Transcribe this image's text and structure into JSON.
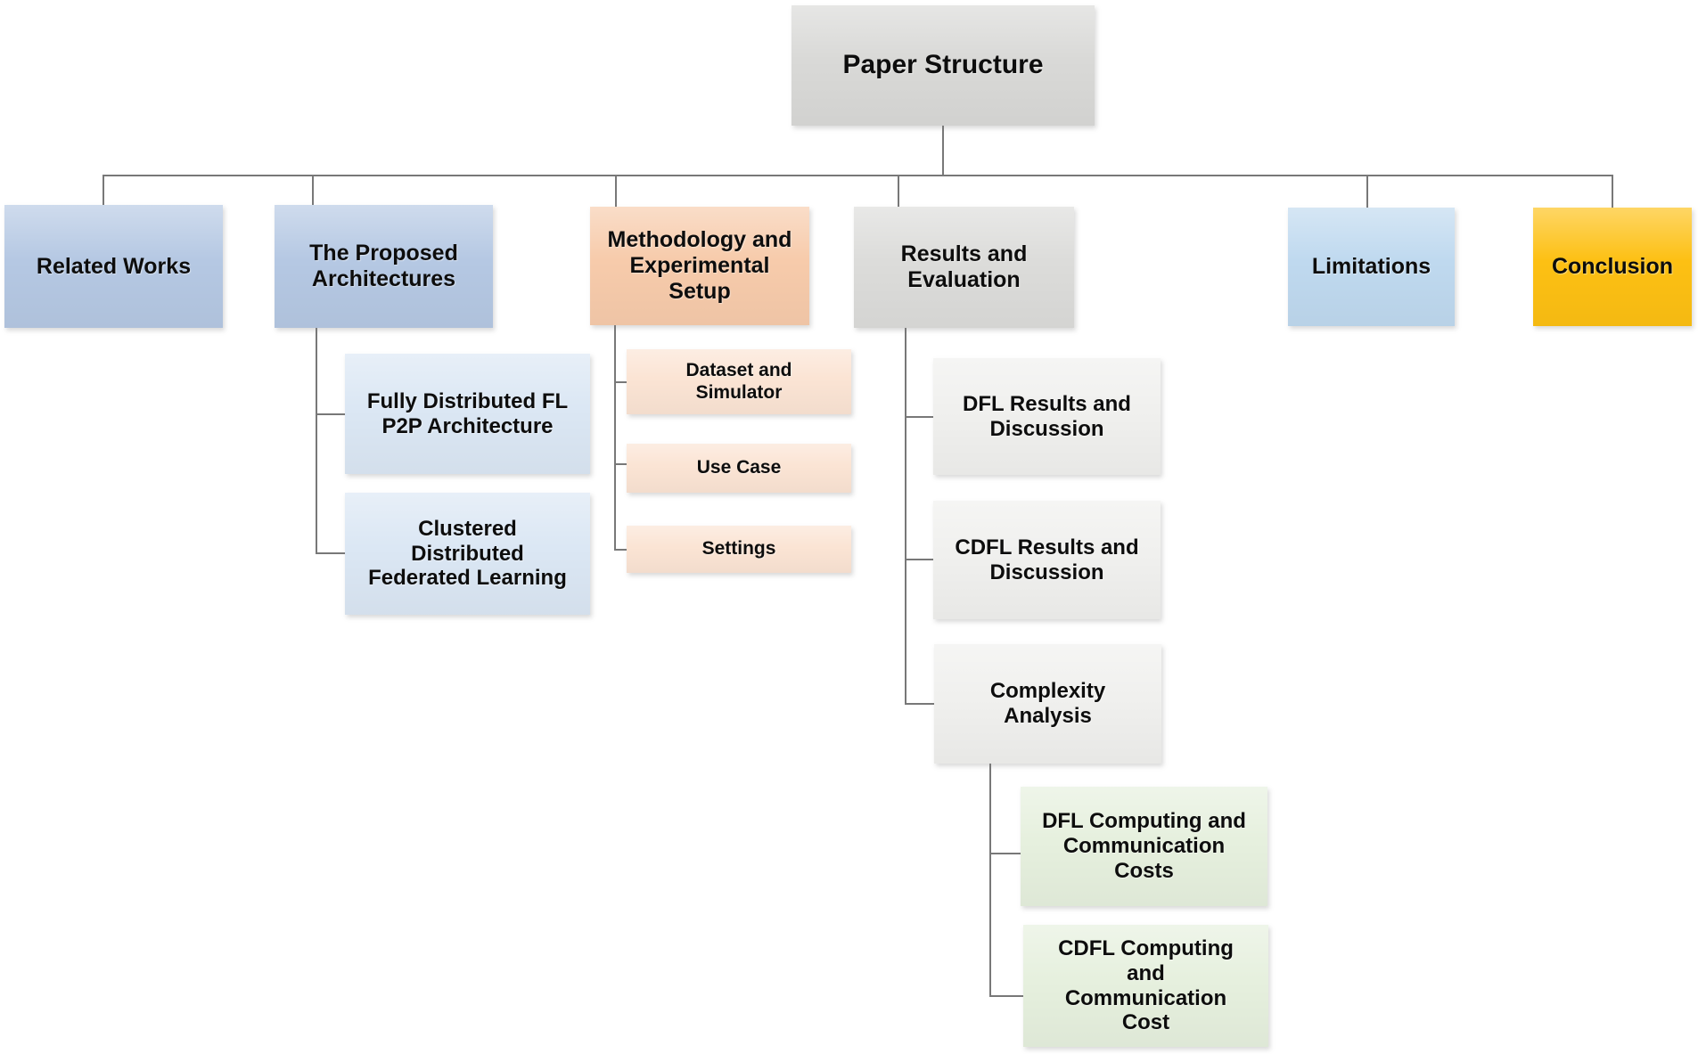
{
  "diagram": {
    "title": "Paper Structure",
    "type": "tree",
    "line_color": "#787878",
    "text_color": "#0d0d0d",
    "tree": {
      "label": "Paper Structure",
      "color": "#d9d9d7",
      "children": [
        {
          "label": "Related Works",
          "color": "#b5c8e3",
          "children": []
        },
        {
          "label": "The Proposed\nArchitectures",
          "color": "#b5c8e3",
          "children": [
            {
              "label": "Fully Distributed FL\nP2P Architecture",
              "color": "#dbe7f4",
              "children": []
            },
            {
              "label": "Clustered\nDistributed\nFederated Learning",
              "color": "#dbe7f4",
              "children": []
            }
          ]
        },
        {
          "label": "Methodology and\nExperimental\nSetup",
          "color": "#f7cbab",
          "children": [
            {
              "label": "Dataset and\nSimulator",
              "color": "#fbe4d4",
              "children": []
            },
            {
              "label": "Use Case",
              "color": "#fbe4d4",
              "children": []
            },
            {
              "label": "Settings",
              "color": "#fbe4d4",
              "children": []
            }
          ]
        },
        {
          "label": "Results and\nEvaluation",
          "color": "#dcdcda",
          "children": [
            {
              "label": "DFL Results and\nDiscussion",
              "color": "#f0f0ee",
              "children": []
            },
            {
              "label": "CDFL Results and\nDiscussion",
              "color": "#f0f0ee",
              "children": []
            },
            {
              "label": "Complexity\nAnalysis",
              "color": "#f0f0ee",
              "children": [
                {
                  "label": "DFL Computing and\nCommunication\nCosts",
                  "color": "#e6f0de",
                  "children": []
                },
                {
                  "label": "CDFL Computing\nand\nCommunication\nCost",
                  "color": "#e6f0de",
                  "children": []
                }
              ]
            }
          ]
        },
        {
          "label": "Limitations",
          "color": "#bfd9ef",
          "children": []
        },
        {
          "label": "Conclusion",
          "color": "#fdc013",
          "children": []
        }
      ]
    }
  }
}
